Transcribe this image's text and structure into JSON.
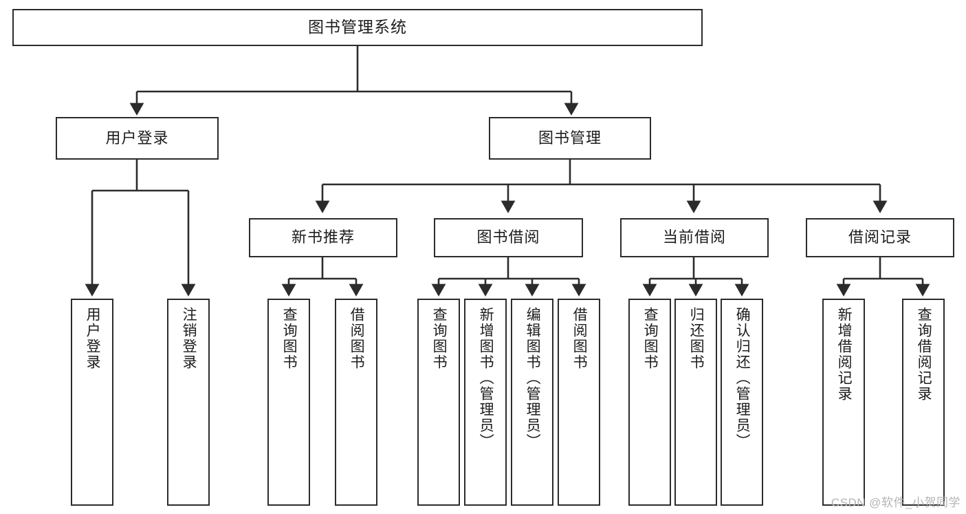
{
  "diagram": {
    "title": "图书管理系统",
    "watermark": "CSDN @软件_小贺同学",
    "colors": {
      "stroke": "#2b2b2b",
      "fill": "#ffffff",
      "text": "#1c1c1c",
      "watermark": "#b4b4b4"
    },
    "levels": {
      "root": {
        "label": "图书管理系统"
      },
      "level2": [
        {
          "label": "用户登录"
        },
        {
          "label": "图书管理"
        }
      ],
      "level3": [
        {
          "label": "新书推荐"
        },
        {
          "label": "图书借阅"
        },
        {
          "label": "当前借阅"
        },
        {
          "label": "借阅记录"
        }
      ],
      "leaves": [
        {
          "label": "用户登录",
          "parent": "用户登录"
        },
        {
          "label": "注销登录",
          "parent": "用户登录"
        },
        {
          "label": "查询图书",
          "parent": "新书推荐"
        },
        {
          "label": "借阅图书",
          "parent": "新书推荐"
        },
        {
          "label": "查询图书",
          "parent": "图书借阅"
        },
        {
          "label": "新增图书（管理员）",
          "parent": "图书借阅"
        },
        {
          "label": "编辑图书（管理员）",
          "parent": "图书借阅"
        },
        {
          "label": "借阅图书",
          "parent": "图书借阅"
        },
        {
          "label": "查询图书",
          "parent": "当前借阅"
        },
        {
          "label": "归还图书",
          "parent": "当前借阅"
        },
        {
          "label": "确认归还（管理员）",
          "parent": "当前借阅"
        },
        {
          "label": "新增借阅记录",
          "parent": "借阅记录"
        },
        {
          "label": "查询借阅记录",
          "parent": "借阅记录"
        }
      ]
    }
  }
}
